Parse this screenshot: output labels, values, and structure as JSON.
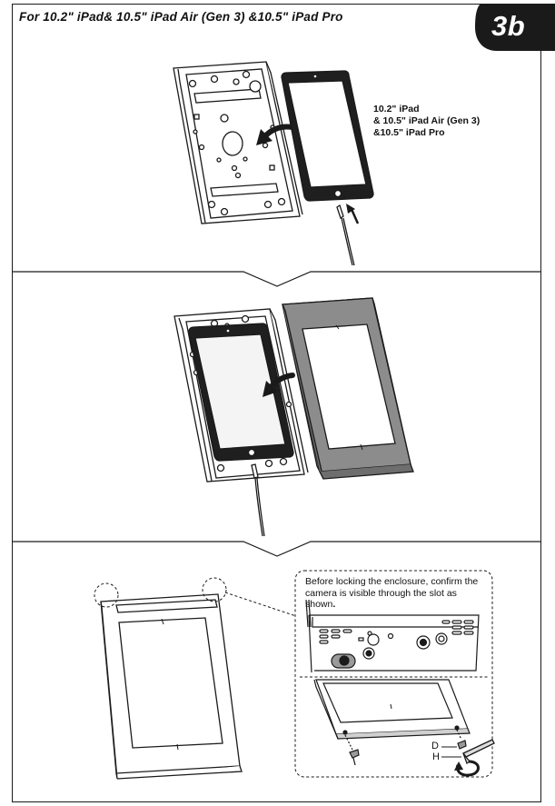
{
  "header": {
    "title": "For 10.2\" iPad& 10.5\" iPad Air (Gen 3) &10.5\" iPad Pro",
    "step_badge": "3b"
  },
  "step1": {
    "model_label_lines": [
      "10.2\" iPad",
      "& 10.5\" iPad Air (Gen 3)",
      "&10.5\" iPad Pro"
    ]
  },
  "step3": {
    "callout_text": "Before locking the enclosure, confirm the camera is visible through the slot as shown",
    "callout_period": ".",
    "screw_label": "D",
    "key_label": "H"
  },
  "colors": {
    "ink": "#1a1a1a",
    "cover_gray": "#8c8c8c",
    "badge": "#1a1a1a"
  }
}
